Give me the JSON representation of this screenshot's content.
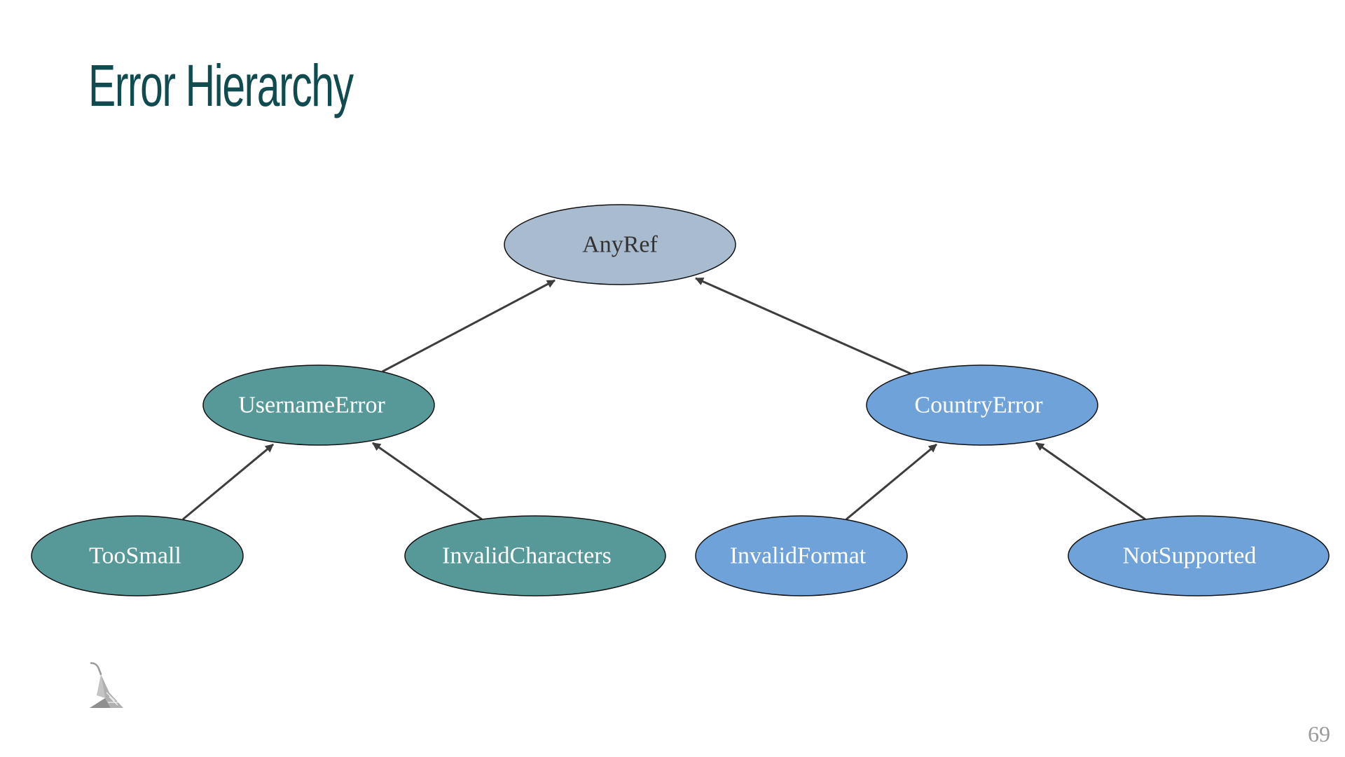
{
  "slide": {
    "title": "Error Hierarchy",
    "page_number": "69"
  },
  "diagram": {
    "nodes": {
      "anyref": {
        "label": "AnyRef",
        "fill": "#a9bbcf",
        "text_color": "#333333"
      },
      "username_error": {
        "label": "UsernameError",
        "fill": "#579999",
        "text_color": "#ffffff"
      },
      "country_error": {
        "label": "CountryError",
        "fill": "#6fa2d8",
        "text_color": "#ffffff"
      },
      "too_small": {
        "label": "TooSmall",
        "fill": "#579999",
        "text_color": "#ffffff"
      },
      "invalid_characters": {
        "label": "InvalidCharacters",
        "fill": "#579999",
        "text_color": "#ffffff"
      },
      "invalid_format": {
        "label": "InvalidFormat",
        "fill": "#6fa2d8",
        "text_color": "#ffffff"
      },
      "not_supported": {
        "label": "NotSupported",
        "fill": "#6fa2d8",
        "text_color": "#ffffff"
      }
    },
    "edges": [
      {
        "from": "UsernameError",
        "to": "AnyRef"
      },
      {
        "from": "CountryError",
        "to": "AnyRef"
      },
      {
        "from": "TooSmall",
        "to": "UsernameError"
      },
      {
        "from": "InvalidCharacters",
        "to": "UsernameError"
      },
      {
        "from": "InvalidFormat",
        "to": "CountryError"
      },
      {
        "from": "NotSupported",
        "to": "CountryError"
      }
    ],
    "edge_color": "#3d3d3d",
    "outline_color": "#111111"
  },
  "logo": {
    "icon": "lambda-logo-icon",
    "color": "#9a9a9a"
  }
}
